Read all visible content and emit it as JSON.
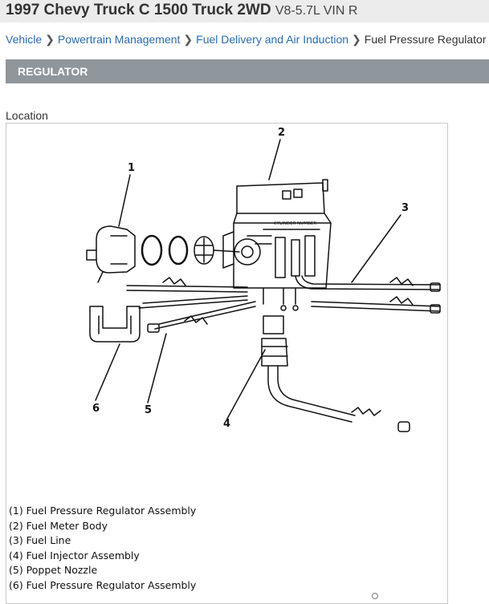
{
  "header": {
    "title": "1997 Chevy Truck C 1500 Truck 2WD",
    "subtitle": "V8-5.7L VIN R"
  },
  "breadcrumb": {
    "items": [
      {
        "label": "Vehicle",
        "link": true
      },
      {
        "label": "Powertrain Management",
        "link": true
      },
      {
        "label": "Fuel Delivery and Air Induction",
        "link": true
      },
      {
        "label": "Fuel Pressure Regulator",
        "link": false
      }
    ],
    "separator_icon": "chevron-right-icon"
  },
  "section": {
    "title": "REGULATOR",
    "label": "Location"
  },
  "figure": {
    "callouts": [
      "1",
      "2",
      "3",
      "4",
      "5",
      "6"
    ],
    "body_text": "CYLINDER NUMBER"
  },
  "legend": [
    "(1)  Fuel Pressure Regulator Assembly",
    "(2)  Fuel Meter Body",
    "(3)  Fuel Line",
    "(4)  Fuel Injector Assembly",
    "(5)  Poppet Nozzle",
    "(6)  Fuel Pressure Regulator Assembly"
  ],
  "colors": {
    "title_bar": "#ececec",
    "section_header": "#8f969c",
    "link": "#2b6cb0"
  }
}
